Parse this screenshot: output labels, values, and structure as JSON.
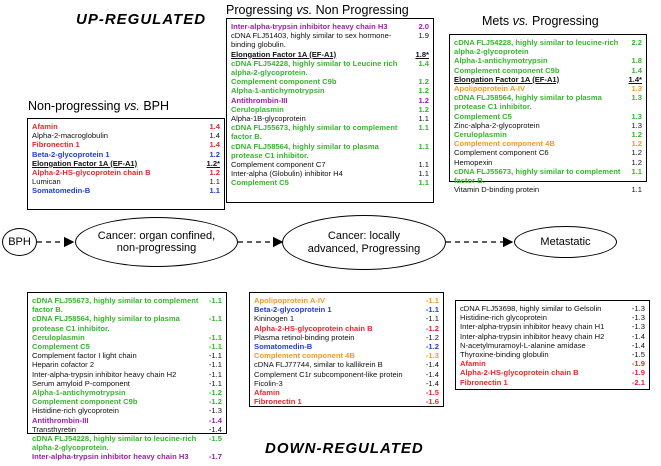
{
  "headings": {
    "up": "UP-REGULATED",
    "down": "DOWN-REGULATED"
  },
  "titles": {
    "np": {
      "a": "Non-progressing ",
      "vs": "vs.",
      "b": " BPH"
    },
    "pn": {
      "a": "Progressing ",
      "vs": "vs.",
      "b": " Non Progressing"
    },
    "mp": {
      "a": "Mets ",
      "vs": "vs.",
      "b": " Progressing"
    }
  },
  "stages": {
    "bph": "BPH",
    "cancer1": "Cancer: organ confined, non-progressing",
    "cancer2": "Cancer: locally advanced, Progressing",
    "metastatic": "Metastatic"
  },
  "colors": {
    "red": "#e8262b",
    "green": "#36b52e",
    "blue": "#1f3fd0",
    "purple": "#9a1fa6",
    "orange": "#f39a22",
    "black": "#111111"
  },
  "boxes": {
    "up_np": [
      {
        "name": "Afamin",
        "value": "1.4",
        "color": "red"
      },
      {
        "name": "Alpha-2-macroglobulin",
        "value": "1.4",
        "color": "black"
      },
      {
        "name": "Fibronectin 1",
        "value": "1.4",
        "color": "red"
      },
      {
        "name": "Beta-2-glycoprotein 1",
        "value": "1.2",
        "color": "blue"
      },
      {
        "name": "Elongation Factor 1A (EF-A1)",
        "value": "1.2*",
        "color": "black",
        "underline": true
      },
      {
        "name": "Alpha-2-HS-glycoprotein chain B",
        "value": "1.2",
        "color": "red"
      },
      {
        "name": "Lumican",
        "value": "1.1",
        "color": "black"
      },
      {
        "name": "Somatomedin-B",
        "value": "1.1",
        "color": "blue"
      }
    ],
    "up_pn": [
      {
        "name": "Inter-alpha-trypsin inhibitor heavy chain H3",
        "value": "2.0",
        "color": "purple"
      },
      {
        "name": "cDNA FLJ51403, highly similar to sex hormone-binding globulin.",
        "value": "1.9",
        "color": "black"
      },
      {
        "name": "Elongation Factor 1A (EF-A1)",
        "value": "1.8*",
        "color": "black",
        "underline": true
      },
      {
        "name": "cDNA FLJ54228, highly similar to Leucine rich alpha-2-glycoprotein.",
        "value": "1.4",
        "color": "green"
      },
      {
        "name": "Complement component C9b",
        "value": "1.2",
        "color": "green"
      },
      {
        "name": "Alpha-1-antichymotrypsin",
        "value": "1.2",
        "color": "green"
      },
      {
        "name": "Antithrombin-III",
        "value": "1.2",
        "color": "purple"
      },
      {
        "name": "Ceruloplasmin",
        "value": "1.2",
        "color": "green"
      },
      {
        "name": "Alpha-1B-glycoprotein",
        "value": "1.1",
        "color": "black"
      },
      {
        "name": "cDNA FLJ55673, highly similar to complement factor B.",
        "value": "1.1",
        "color": "green"
      },
      {
        "name": "cDNA FLJ58564, highly similar to plasma protease C1 inhibitor.",
        "value": "1.1",
        "color": "green"
      },
      {
        "name": "Complement component C7",
        "value": "1.1",
        "color": "black"
      },
      {
        "name": "Inter-alpha (Globulin) inhibitor H4",
        "value": "1.1",
        "color": "black"
      },
      {
        "name": "Complement C5",
        "value": "1.1",
        "color": "green"
      }
    ],
    "up_mp": [
      {
        "name": "cDNA FLJ54228, highly similar to leucine-rich alpha-2-glycoprotein",
        "value": "2.2",
        "color": "green"
      },
      {
        "name": "Alpha-1-antichymotrypsin",
        "value": "1.8",
        "color": "green"
      },
      {
        "name": "Complement component C9b",
        "value": "1.4",
        "color": "green"
      },
      {
        "name": "Elongation Factor 1A (EF-A1)",
        "value": "1.4*",
        "color": "black",
        "underline": true
      },
      {
        "name": "Apolipoprotein A-IV",
        "value": "1.3",
        "color": "orange"
      },
      {
        "name": "cDNA FLJ58564, highly similar to plasma protease C1 inhibitor.",
        "value": "1.3",
        "color": "green"
      },
      {
        "name": "Complement C5",
        "value": "1.3",
        "color": "green"
      },
      {
        "name": "Zinc-alpha-2-glycoprotein",
        "value": "1.3",
        "color": "black"
      },
      {
        "name": "Ceruloplasmin",
        "value": "1.2",
        "color": "green"
      },
      {
        "name": "Complement component 4B",
        "value": "1.2",
        "color": "orange"
      },
      {
        "name": "Complement component C6",
        "value": "1.2",
        "color": "black"
      },
      {
        "name": "Hemopexin",
        "value": "1.2",
        "color": "black"
      },
      {
        "name": "cDNA FLJ55673, highly similar to complement factor B.",
        "value": "1.1",
        "color": "green"
      },
      {
        "name": "Vitamin D-binding protein",
        "value": "1.1",
        "color": "black"
      }
    ],
    "down_np": [
      {
        "name": "cDNA FLJ55673, highly similar to complement factor B.",
        "value": "-1.1",
        "color": "green"
      },
      {
        "name": "cDNA FLJ58564, highly similar to plasma protease C1 inhibitor.",
        "value": "-1.1",
        "color": "green"
      },
      {
        "name": "Ceruloplasmin",
        "value": "-1.1",
        "color": "green"
      },
      {
        "name": "Complement C5",
        "value": "-1.1",
        "color": "green"
      },
      {
        "name": "Complement factor I light chain",
        "value": "-1.1",
        "color": "black"
      },
      {
        "name": "Heparin cofactor 2",
        "value": "-1.1",
        "color": "black"
      },
      {
        "name": "Inter-alpha-trypsin inhibitor heavy chain H2",
        "value": "-1.1",
        "color": "black"
      },
      {
        "name": "Serum amyloid P-component",
        "value": "-1.1",
        "color": "black"
      },
      {
        "name": "Alpha-1-antichymotrypsin",
        "value": "-1.2",
        "color": "green"
      },
      {
        "name": "Complement component C9b",
        "value": "-1.2",
        "color": "green"
      },
      {
        "name": "Histidine-rich glycoprotein",
        "value": "-1.3",
        "color": "black"
      },
      {
        "name": "Antithrombin-III",
        "value": "-1.4",
        "color": "purple"
      },
      {
        "name": "Transthyretin",
        "value": "-1.4",
        "color": "black"
      },
      {
        "name": "cDNA FLJ54228, highly similar to leucine-rich alpha-2-glycoprotein.",
        "value": "-1.5",
        "color": "green"
      },
      {
        "name": "Inter-alpha-trypsin inhibitor heavy chain H3",
        "value": "-1.7",
        "color": "purple"
      }
    ],
    "down_pn": [
      {
        "name": "Apolipoprotein A-IV",
        "value": "-1.1",
        "color": "orange"
      },
      {
        "name": "Beta-2-glycoprotein 1",
        "value": "-1.1",
        "color": "blue"
      },
      {
        "name": "Kininogen 1",
        "value": "-1.1",
        "color": "black"
      },
      {
        "name": "Alpha-2-HS-glycoprotein chain B",
        "value": "-1.2",
        "color": "red"
      },
      {
        "name": "Plasma retinol-binding protein",
        "value": "-1.2",
        "color": "black"
      },
      {
        "name": "Somatomedin-B",
        "value": "-1.2",
        "color": "blue"
      },
      {
        "name": "Complement component 4B",
        "value": "-1.3",
        "color": "orange"
      },
      {
        "name": "cDNA FLJ77744, similar to kallikrein B",
        "value": "-1.4",
        "color": "black"
      },
      {
        "name": "Complement C1r subcomponent-like protein",
        "value": "-1.4",
        "color": "black"
      },
      {
        "name": "Ficolin-3",
        "value": "-1.4",
        "color": "black"
      },
      {
        "name": "Afamin",
        "value": "-1.5",
        "color": "red"
      },
      {
        "name": "Fibronectin 1",
        "value": "-1.6",
        "color": "red"
      }
    ],
    "down_mp": [
      {
        "name": "cDNA FLJ53698, highly similar to Gelsolin",
        "value": "-1.3",
        "color": "black"
      },
      {
        "name": "Histidine-rich glycoprotein",
        "value": "-1.3",
        "color": "black"
      },
      {
        "name": "Inter-alpha-trypsin inhibitor heavy chain H1",
        "value": "-1.3",
        "color": "black"
      },
      {
        "name": "Inter-alpha-trypsin inhibitor heavy chain H2",
        "value": "-1.4",
        "color": "black"
      },
      {
        "name": "N-acetylmuramoyl-L-alanine amidase",
        "value": "-1.4",
        "color": "black"
      },
      {
        "name": "Thyroxine-binding globulin",
        "value": "-1.5",
        "color": "black"
      },
      {
        "name": "Afamin",
        "value": "-1.9",
        "color": "red"
      },
      {
        "name": "Alpha-2-HS-glycoprotein chain B",
        "value": "-1.9",
        "color": "red"
      },
      {
        "name": "Fibronectin 1",
        "value": "-2.1",
        "color": "red"
      }
    ]
  }
}
